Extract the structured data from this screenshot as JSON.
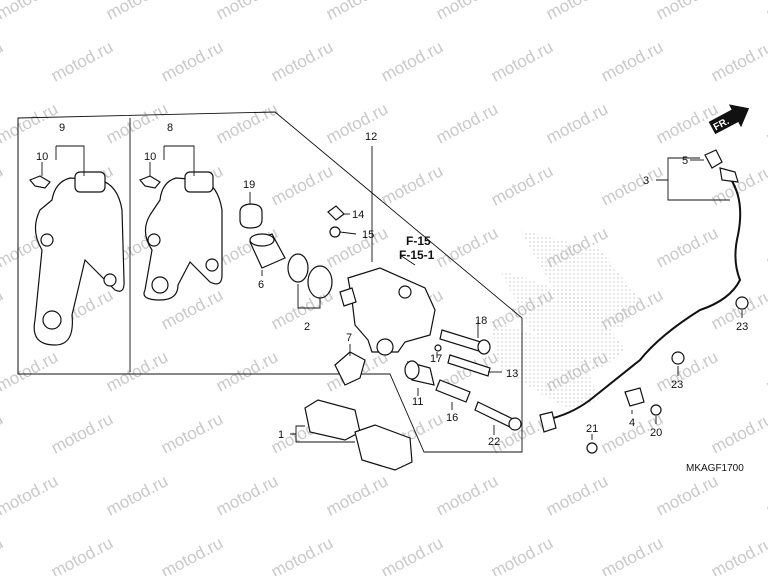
{
  "watermark": "motod.ru",
  "diagram_code": "MKAGF1700",
  "front_arrow": "FR.",
  "references": [
    "F-15",
    "F-15-1"
  ],
  "callouts": {
    "c1": "1",
    "c2": "2",
    "c3": "3",
    "c4": "4",
    "c5": "5",
    "c6": "6",
    "c7": "7",
    "c8": "8",
    "c9": "9",
    "c10a": "10",
    "c10b": "10",
    "c11": "11",
    "c12": "12",
    "c13": "13",
    "c14": "14",
    "c15": "15",
    "c16": "16",
    "c17": "17",
    "c18": "18",
    "c19": "19",
    "c20": "20",
    "c21": "21",
    "c22": "22",
    "c23a": "23",
    "c23b": "23"
  }
}
